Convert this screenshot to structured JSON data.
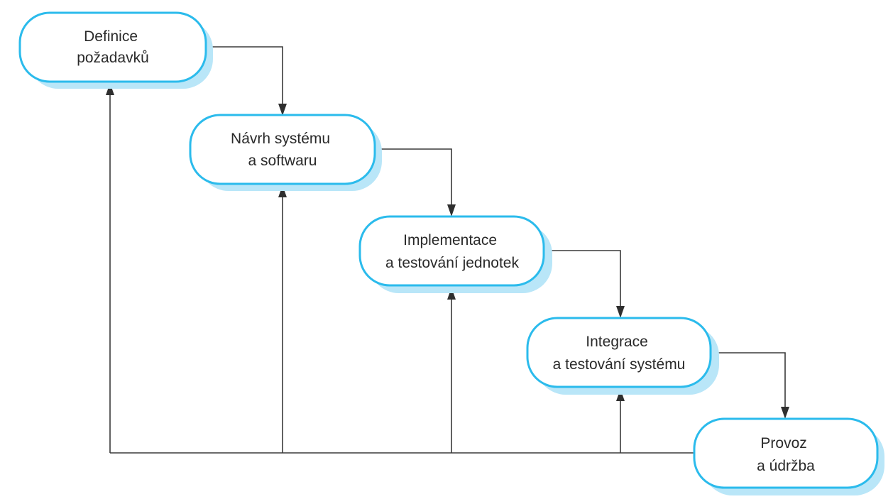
{
  "diagram": {
    "stages": [
      {
        "id": "requirements",
        "lines": [
          "Definice",
          "požadavků"
        ]
      },
      {
        "id": "design",
        "lines": [
          "Návrh systému",
          "a softwaru"
        ]
      },
      {
        "id": "implementation",
        "lines": [
          "Implementace",
          "a testování jednotek"
        ]
      },
      {
        "id": "integration",
        "lines": [
          "Integrace",
          "a testování systému"
        ]
      },
      {
        "id": "operation",
        "lines": [
          "Provoz",
          "a údržba"
        ]
      }
    ],
    "colors": {
      "box_border": "#2bbbec",
      "box_shadow": "#b9e6f8",
      "box_fill": "#ffffff",
      "connector": "#3a3a3a",
      "text": "#2a2a2a"
    }
  }
}
